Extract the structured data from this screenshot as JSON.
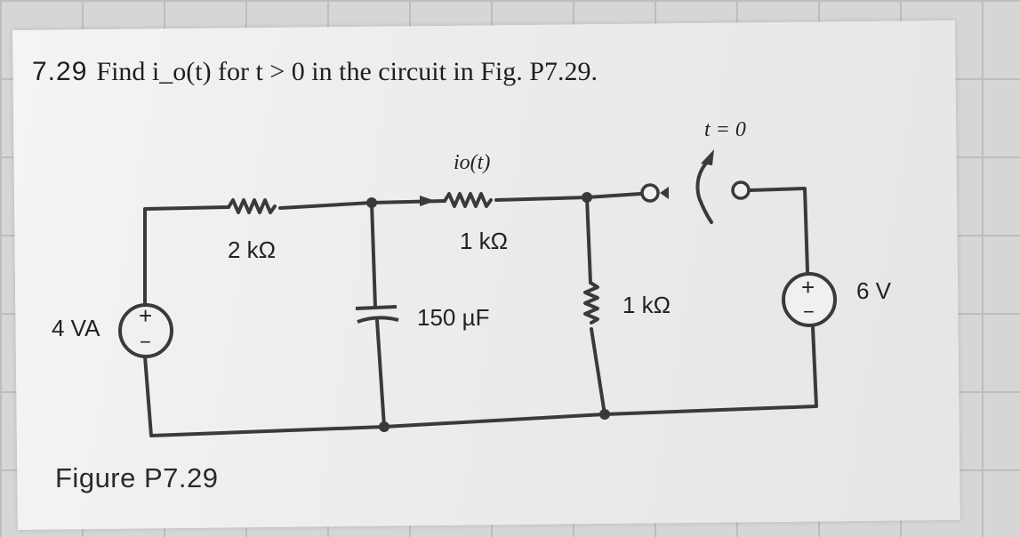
{
  "problem": {
    "number": "7.29",
    "text": "Find i_o(t) for t > 0 in the circuit in Fig. P7.29."
  },
  "figure": {
    "caption": "Figure P7.29",
    "labels": {
      "dependent_source": "4 VA",
      "r1": "2 kΩ",
      "current": "io(t)",
      "r2": "1 kΩ",
      "capacitor": "150 µF",
      "r3": "1 kΩ",
      "switch": "t = 0",
      "voltage_source": "6 V",
      "plus": "+",
      "minus": "−"
    }
  }
}
